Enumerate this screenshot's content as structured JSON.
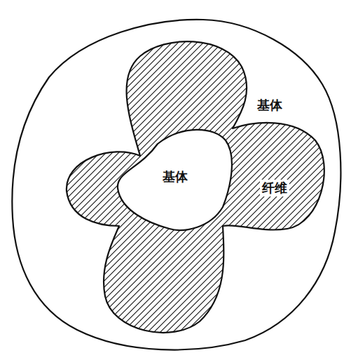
{
  "diagram": {
    "nodes": [
      {
        "text": [
          "基体"
        ]
      },
      {
        "text": [
          "纤维"
        ],
        "in": 0
      },
      {
        "text": [
          "基体"
        ],
        "in": 1
      }
    ]
  }
}
